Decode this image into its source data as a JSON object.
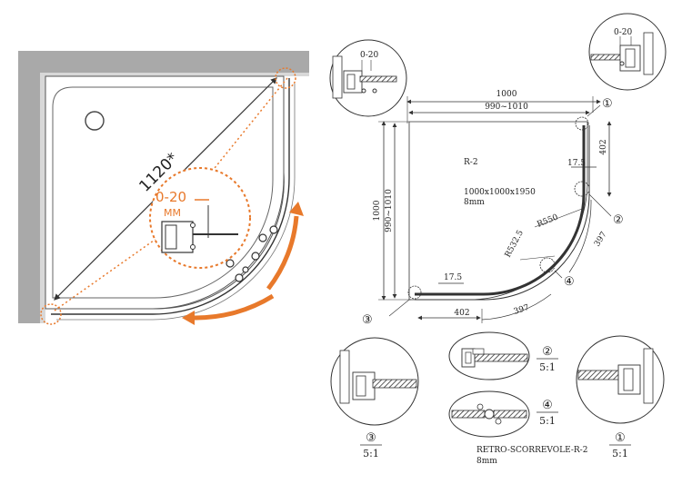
{
  "left_plan": {
    "diagonal_label": "1120*",
    "adjust_label": "0-20",
    "unit_label": "MM",
    "colors": {
      "accent": "#e8792b",
      "wall": "#a7a7a7",
      "line": "#333333"
    }
  },
  "right_plan": {
    "dim_top_outer": "1000",
    "dim_top_inner": "990~1010",
    "dim_left_outer": "1000",
    "dim_left_inner": "990~1010",
    "radius_label": "R-2",
    "size_label": "1000x1000x1950",
    "thickness_label": "8mm",
    "dim_right_402": "402",
    "dim_right_17_5": "17.5",
    "dim_bottom_402": "402",
    "dim_bottom_17_5": "17.5",
    "r550": "R550",
    "r532": "R532.5",
    "arc_397_right": "397",
    "arc_397_bottom": "397",
    "callouts": [
      "①",
      "②",
      "③",
      "④"
    ]
  },
  "details": {
    "top_left_adjust": "0-20",
    "top_right_adjust": "0-20",
    "d3": {
      "num": "③",
      "scale": "5:1"
    },
    "d2": {
      "num": "②",
      "scale": "5:1"
    },
    "d4": {
      "num": "④",
      "scale": "5:1"
    },
    "d1": {
      "num": "①",
      "scale": "5:1"
    },
    "model_name": "RETRO-SCORREVOLE-R-2",
    "model_thickness": "8mm"
  }
}
